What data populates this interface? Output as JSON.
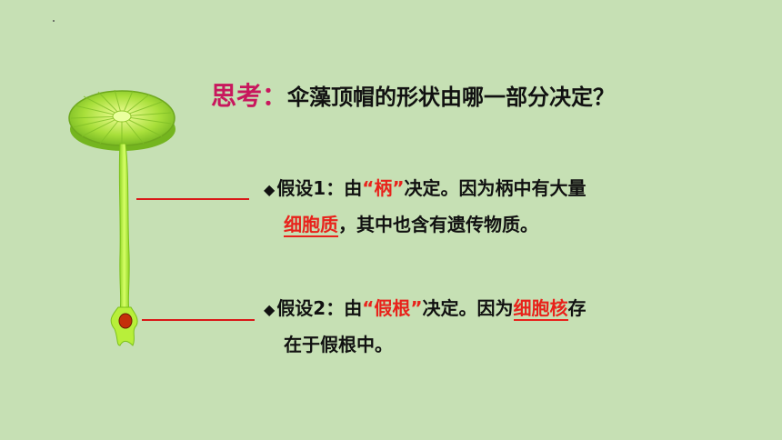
{
  "title": {
    "highlight": "思考：",
    "question": "伞藻顶帽的形状由哪一部分决定？"
  },
  "hypotheses": [
    {
      "bullet": "◆",
      "label": "假设1：由",
      "keyword": "“柄”",
      "rest_line1": "决定。因为柄中有大量",
      "underlined": "细胞质",
      "rest_line2": "，其中也含有遗传物质。"
    },
    {
      "bullet": "◆",
      "label": "假设2：由",
      "keyword": "“假根”",
      "rest_line1": "决定。因为",
      "underlined": "细胞核",
      "rest_line1_tail": "存",
      "rest_line2": "在于假根中。"
    }
  ],
  "colors": {
    "background": "#c6e0b4",
    "highlight": "#c8175d",
    "red": "#e8221b",
    "plant_green": "#a6e22e"
  },
  "icons": [
    "acetabularia-plant-illustration"
  ]
}
